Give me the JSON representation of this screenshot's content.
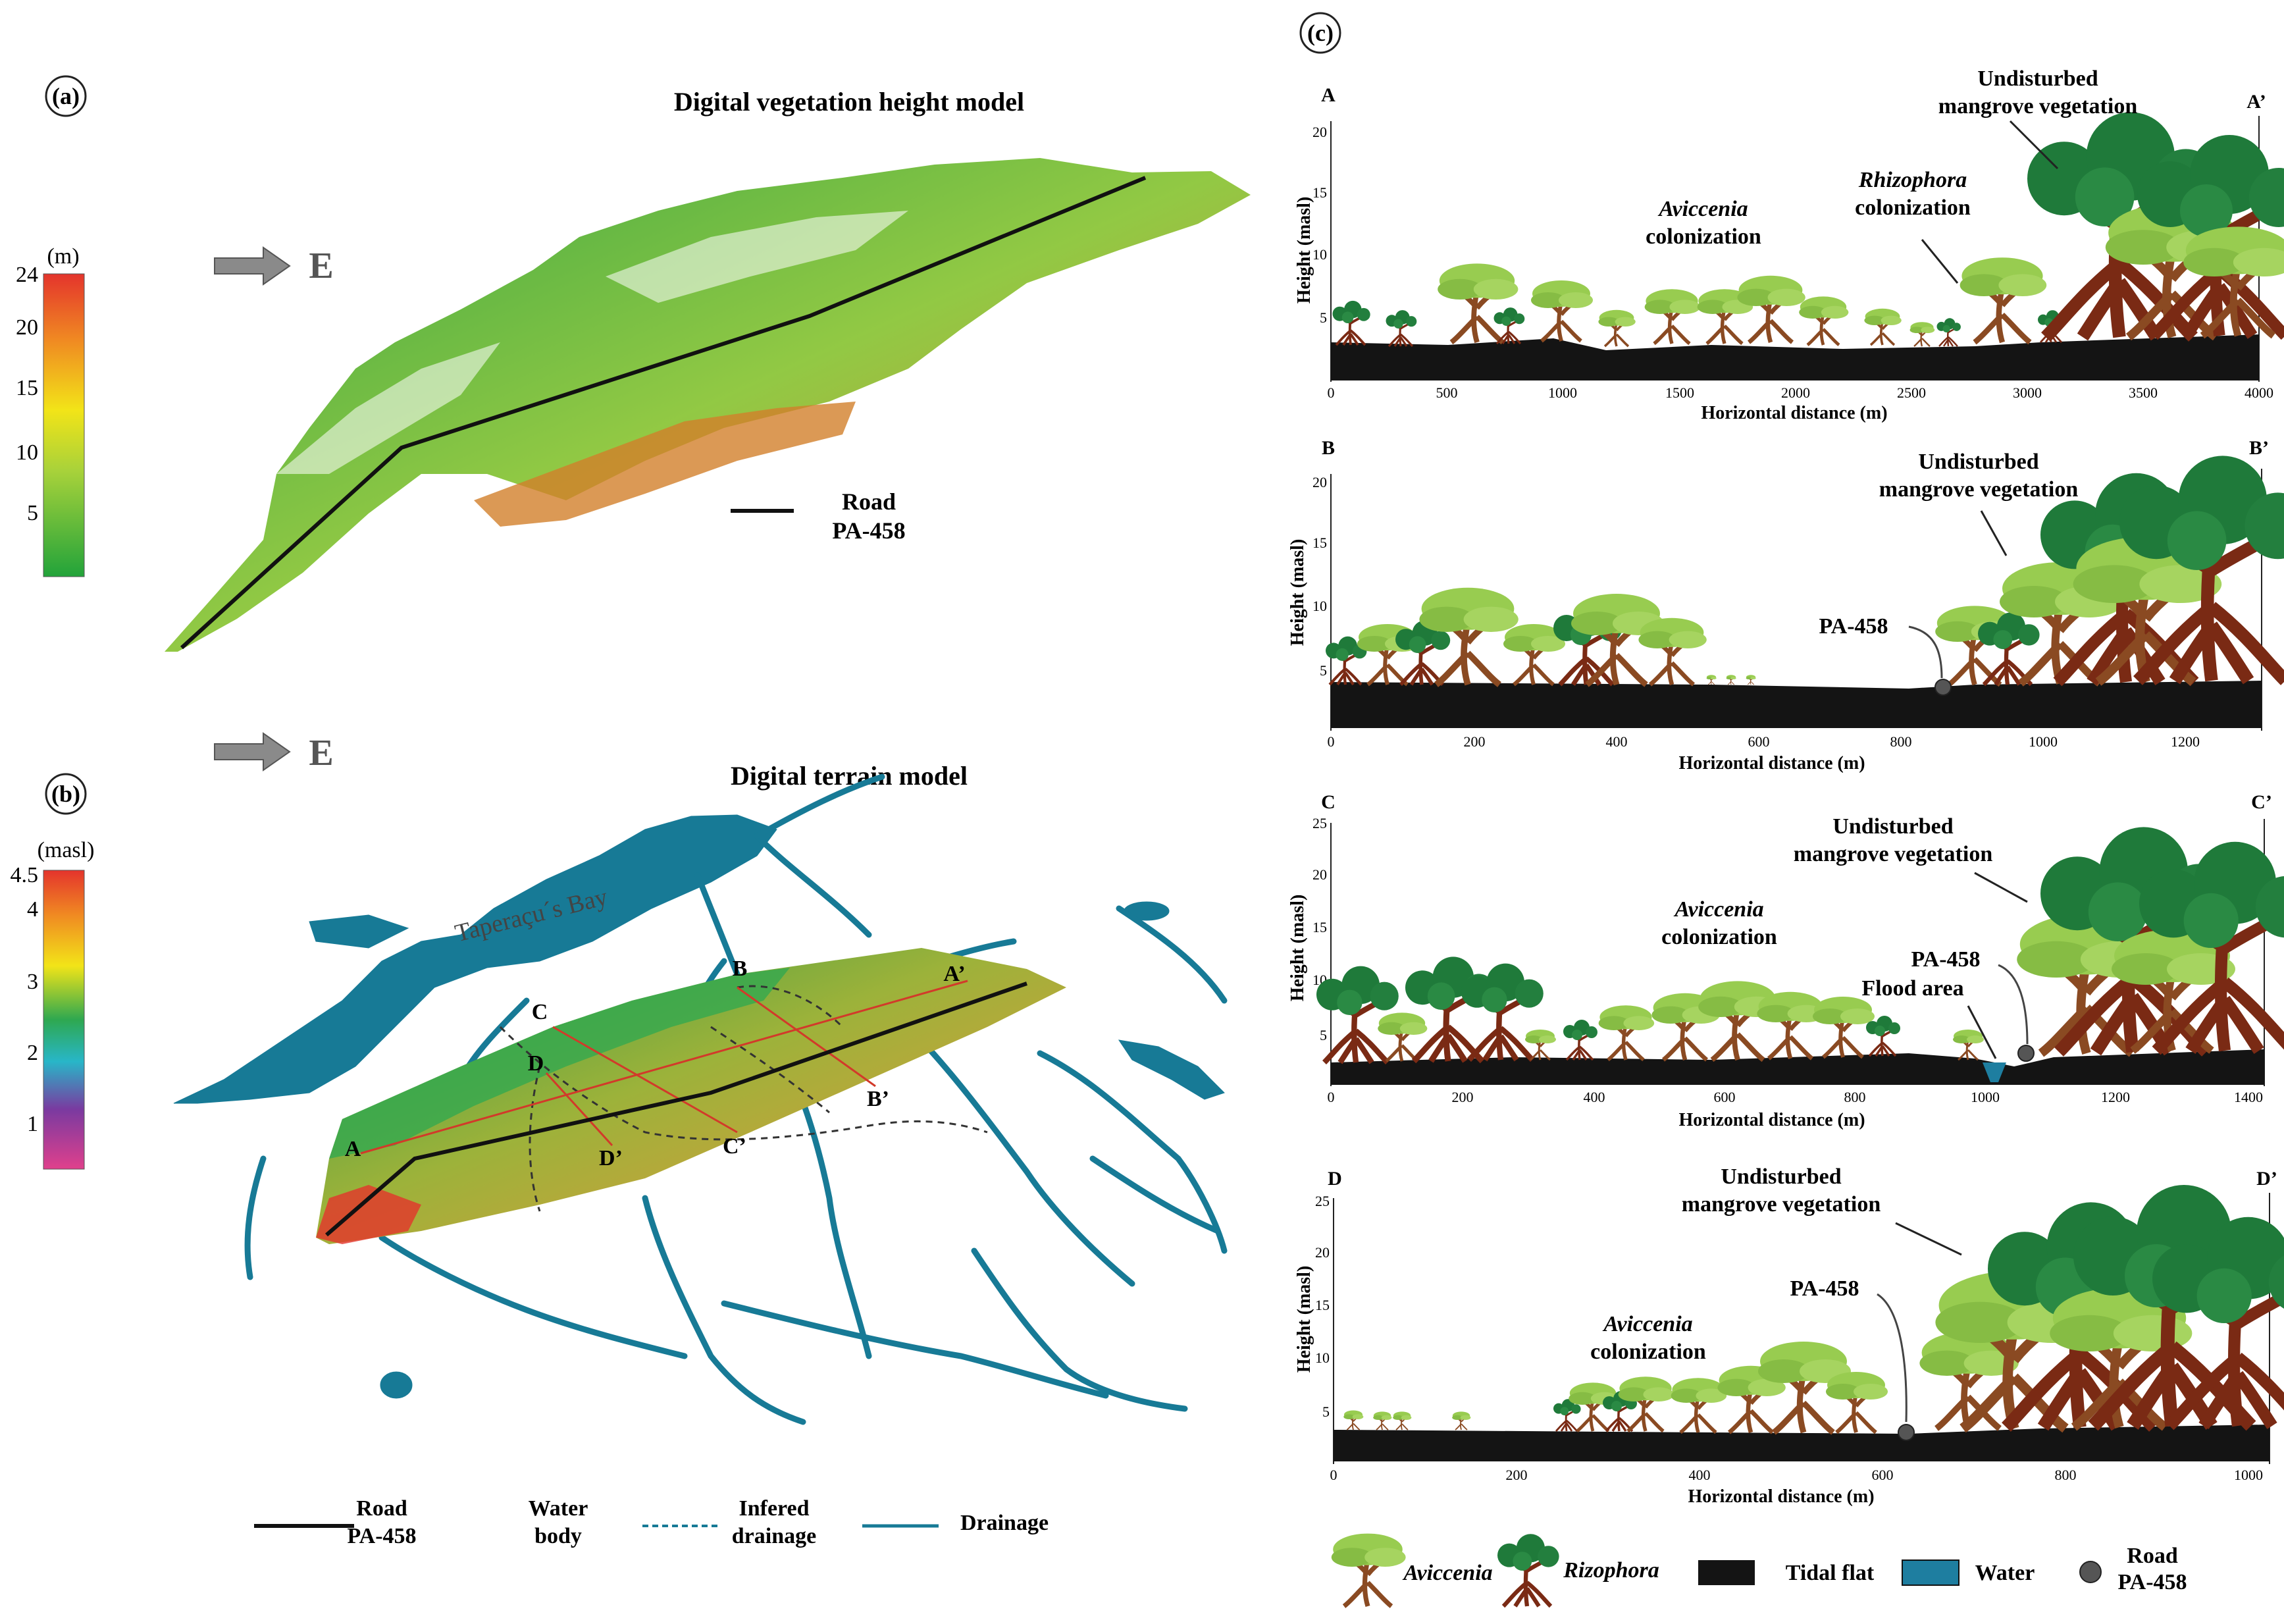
{
  "panel_a": {
    "letter": "(a)",
    "title": "Digital vegetation height model",
    "scale_unit": "(m)",
    "scale_ticks": [
      "24",
      "20",
      "15",
      "10",
      "5"
    ],
    "north_letter": "E",
    "legend_road_l1": "Road",
    "legend_road_l2": "PA-458",
    "colors": {
      "low": "#22a33a",
      "mid": "#f2e418",
      "high": "#e4342c"
    }
  },
  "panel_b": {
    "letter": "(b)",
    "title": "Digital terrain model",
    "scale_unit": "(masl)",
    "scale_ticks": [
      "4.5",
      "4",
      "3",
      "2",
      "1"
    ],
    "north_letter": "E",
    "bay_label": "Taperaçu´s Bay",
    "section_labels": {
      "A": "A",
      "A2": "A’",
      "B": "B",
      "B2": "B’",
      "C": "C",
      "C2": "C’",
      "D": "D",
      "D2": "D’"
    },
    "legend": {
      "road_l1": "Road",
      "road_l2": "PA-458",
      "water_l1": "Water",
      "water_l2": "body",
      "infer_l1": "Infered",
      "infer_l2": "drainage",
      "drainage": "Drainage"
    },
    "colors": {
      "water": "#177a96"
    }
  },
  "panel_c": {
    "letter": "(c)",
    "y_axis_label": "Height (masl)",
    "x_axis_label": "Horizontal distance (m)",
    "undisturbed_l1": "Undisturbed",
    "undisturbed_l2": "mangrove vegetation",
    "avicennia_l1": "Aviccenia",
    "colonization": "colonization",
    "rhizophora_l1": "Rhizophora",
    "road": "PA-458",
    "flood_area": "Flood area",
    "profiles": [
      {
        "start": "A",
        "end": "A’",
        "y_ticks": [
          "20",
          "15",
          "10",
          "5"
        ],
        "x_ticks": [
          "0",
          "500",
          "1000",
          "1500",
          "2000",
          "2500",
          "3000",
          "3500",
          "4000"
        ]
      },
      {
        "start": "B",
        "end": "B’",
        "y_ticks": [
          "20",
          "15",
          "10",
          "5"
        ],
        "x_ticks": [
          "0",
          "200",
          "400",
          "600",
          "800",
          "1000",
          "1200"
        ]
      },
      {
        "start": "C",
        "end": "C’",
        "y_ticks": [
          "25",
          "20",
          "15",
          "10",
          "5"
        ],
        "x_ticks": [
          "0",
          "200",
          "400",
          "600",
          "800",
          "1000",
          "1200",
          "1400"
        ]
      },
      {
        "start": "D",
        "end": "D’",
        "y_ticks": [
          "25",
          "20",
          "15",
          "10",
          "5"
        ],
        "x_ticks": [
          "0",
          "200",
          "400",
          "600",
          "800",
          "1000"
        ]
      }
    ],
    "legend": {
      "avicennia": "Aviccenia",
      "rizophora": "Rizophora",
      "tidal_flat": "Tidal flat",
      "water": "Water",
      "road_l1": "Road",
      "road_l2": "PA-458"
    },
    "colors": {
      "avicennia_canopy": "#98cc50",
      "rhizophora_canopy": "#1f7a3a",
      "trunk": "#8a3a1a",
      "tidal_flat": "#141414",
      "water": "#1e7ea0",
      "road_dot": "#555555"
    }
  }
}
